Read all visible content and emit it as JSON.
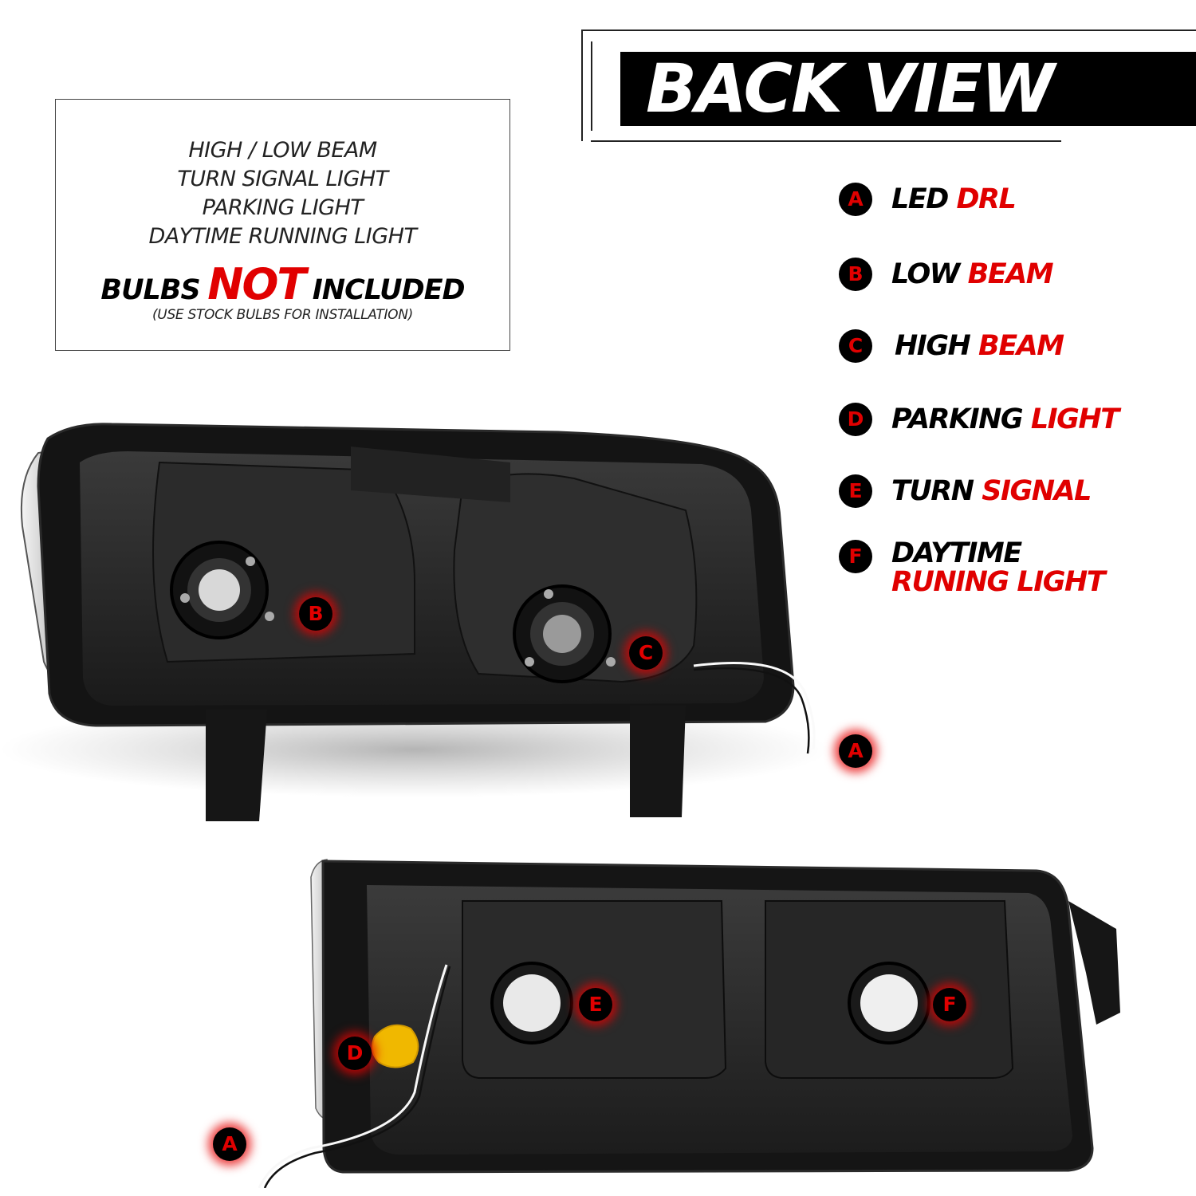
{
  "info": {
    "lines": [
      "HIGH / LOW BEAM",
      "TURN SIGNAL LIGHT",
      "PARKING LIGHT",
      "DAYTIME RUNNING LIGHT"
    ],
    "bulbs_prefix": "BULBS",
    "bulbs_not": "NOT",
    "bulbs_suffix": "INCLUDED",
    "note": "(USE STOCK BULBS FOR INSTALLATION)"
  },
  "header": {
    "title": "BACK VIEW"
  },
  "legend": [
    {
      "letter": "A",
      "black": "LED",
      "red": "DRL"
    },
    {
      "letter": "B",
      "black": "LOW",
      "red": "BEAM"
    },
    {
      "letter": "C",
      "black": "HIGH",
      "red": "BEAM"
    },
    {
      "letter": "D",
      "black": "PARKING",
      "red": "LIGHT"
    },
    {
      "letter": "E",
      "black": "TURN",
      "red": "SIGNAL"
    },
    {
      "letter": "F",
      "black": "DAYTIME",
      "red": "RUNING LIGHT"
    }
  ],
  "callouts": {
    "headlamp_b": "B",
    "headlamp_c": "C",
    "headlamp_a": "A",
    "corner_d": "D",
    "corner_e": "E",
    "corner_f": "F",
    "corner_a": "A"
  },
  "colors": {
    "accent_red": "#e00000",
    "black": "#000000"
  }
}
